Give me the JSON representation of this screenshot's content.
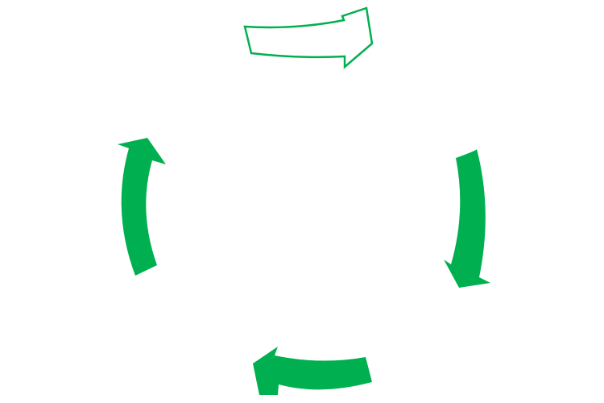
{
  "diagram": {
    "type": "cycle",
    "direction": "clockwise",
    "arrow_count": 4,
    "colors": {
      "background": "#ffffff",
      "arrow_fill": "#00b050",
      "arrow_outline": "#00b050",
      "outline_arrow_fill": "#ffffff"
    },
    "arrows": [
      {
        "position": "top",
        "icon": "curved-arrow-right-icon",
        "style": "outline"
      },
      {
        "position": "right",
        "icon": "curved-arrow-down-icon",
        "style": "filled"
      },
      {
        "position": "bottom",
        "icon": "curved-arrow-left-icon",
        "style": "filled"
      },
      {
        "position": "left",
        "icon": "curved-arrow-up-icon",
        "style": "filled"
      }
    ]
  }
}
